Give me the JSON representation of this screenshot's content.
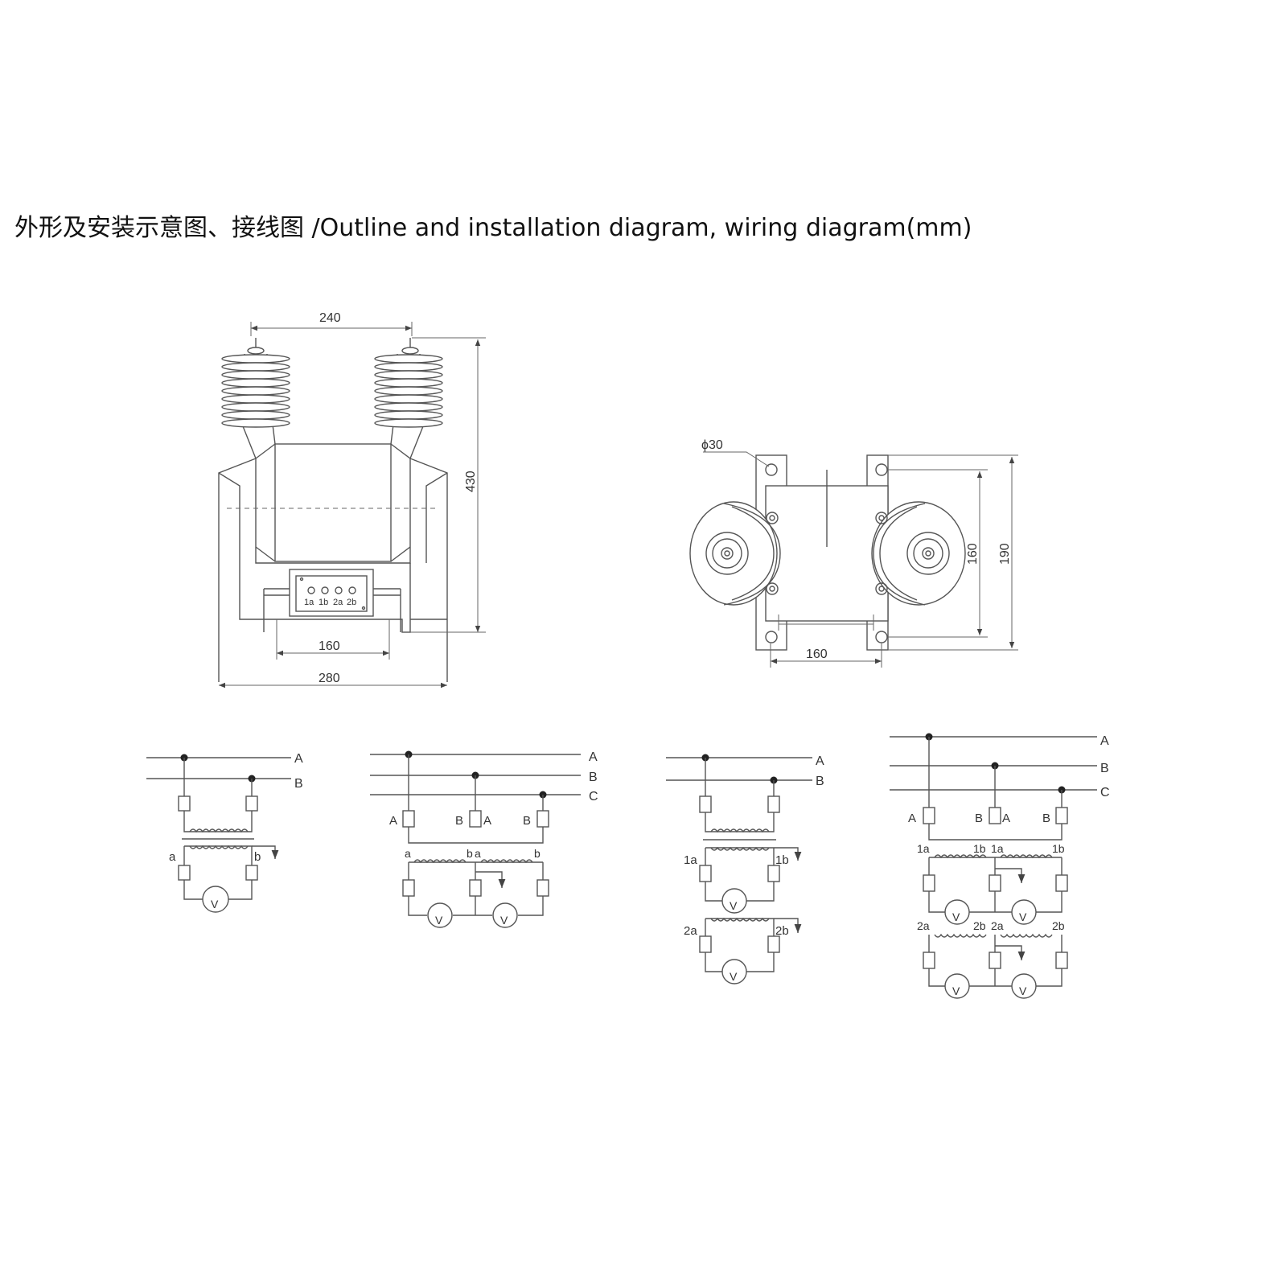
{
  "title": "外形及安装示意图、接线图 /Outline and installation diagram, wiring diagram(mm)",
  "outline_front": {
    "dim_top": "240",
    "dim_height": "430",
    "dim_mount": "160",
    "dim_width": "280",
    "terminals": [
      "1a",
      "1b",
      "2a",
      "2b"
    ]
  },
  "outline_top": {
    "hole": "ϕ30",
    "dim_bottom": "160",
    "dim_inner": "160",
    "dim_outer": "190"
  },
  "wiring": {
    "lines": {
      "A": "A",
      "B": "B",
      "C": "C"
    },
    "primary": {
      "A": "A",
      "B": "B"
    },
    "sec": {
      "a": "a",
      "b": "b",
      "1a": "1a",
      "1b": "1b",
      "2a": "2a",
      "2b": "2b"
    },
    "meter": "V"
  }
}
